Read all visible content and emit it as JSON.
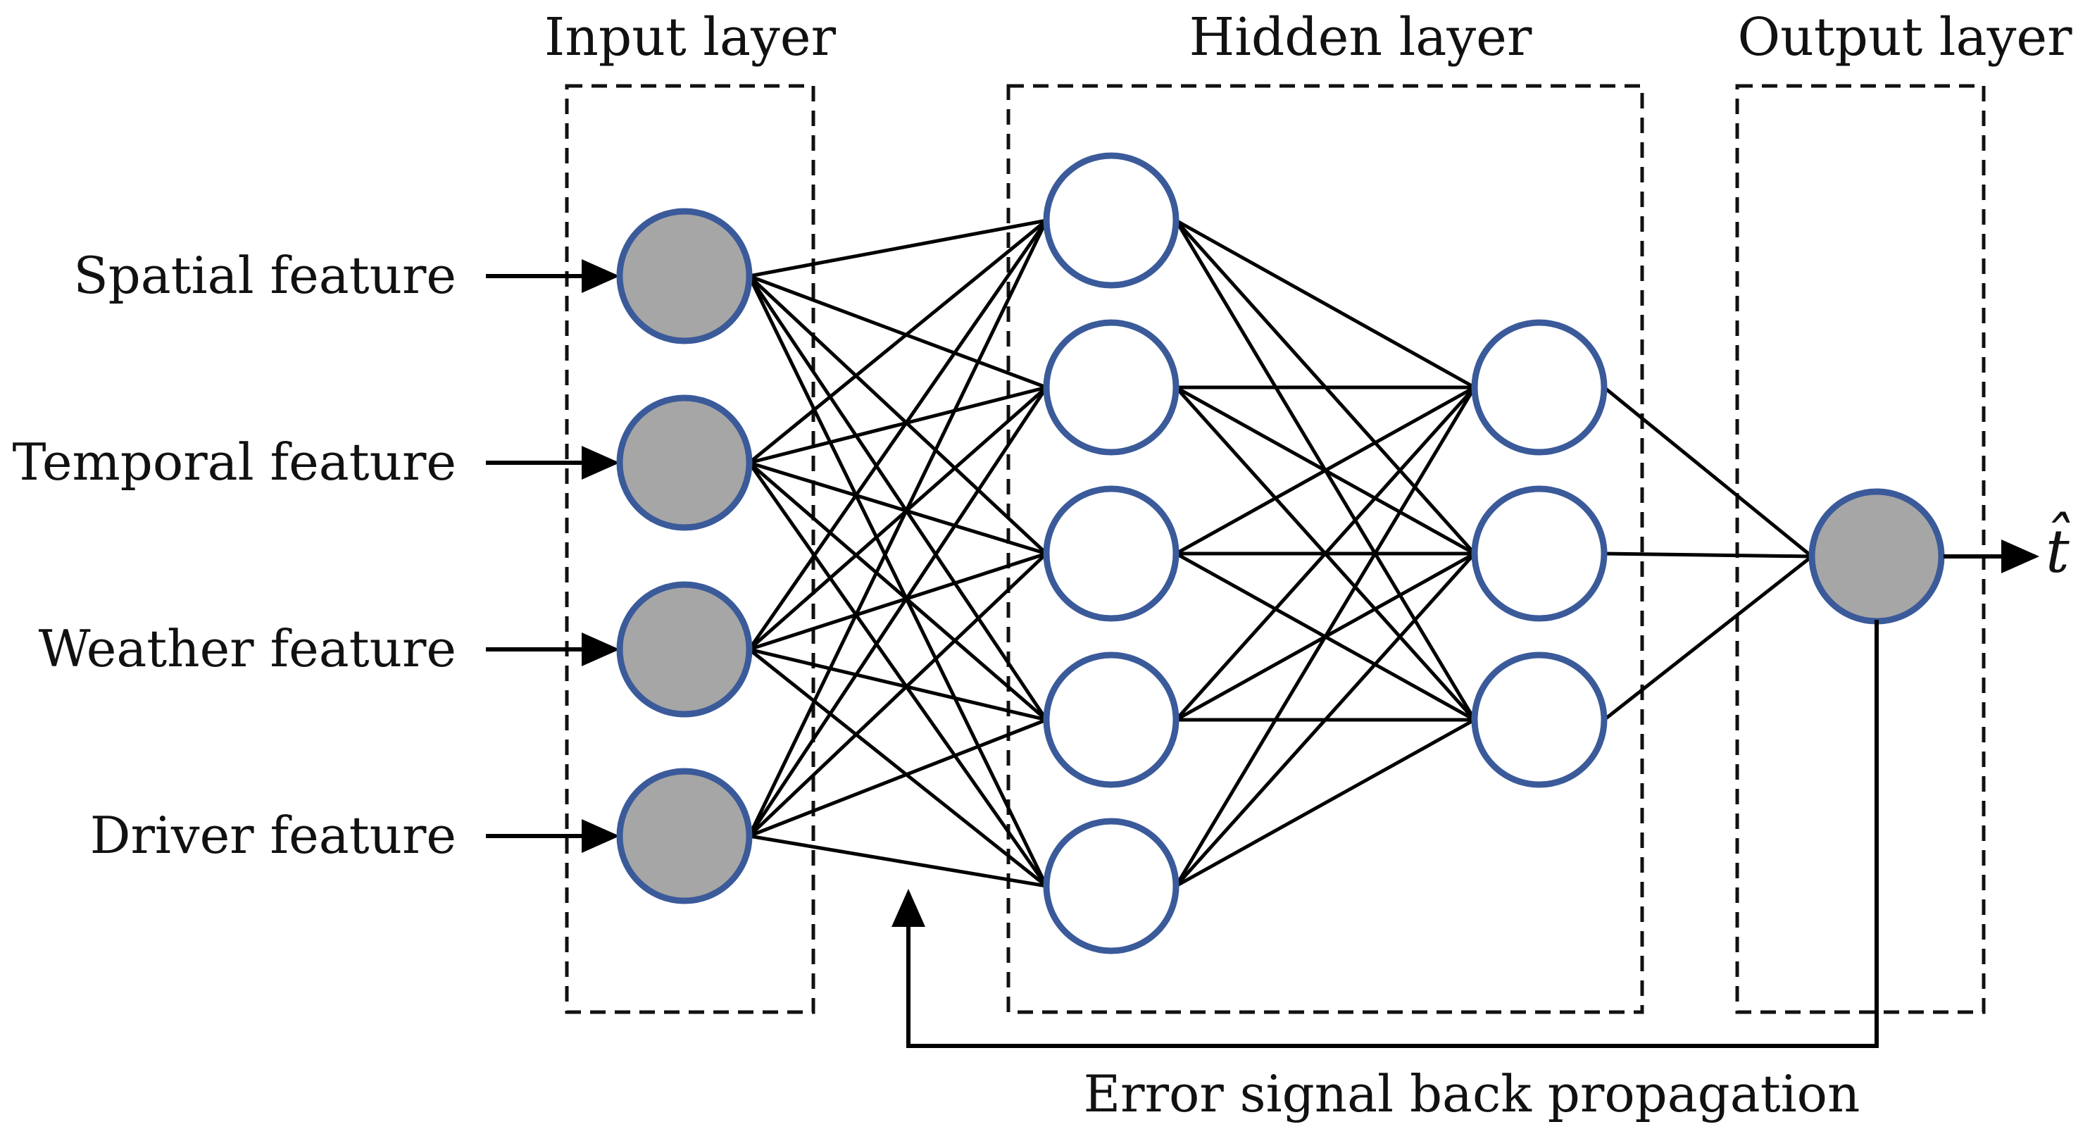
{
  "layers": {
    "input": "Input layer",
    "hidden": "Hidden layer",
    "output": "Output layer"
  },
  "inputs": [
    "Spatial feature",
    "Temporal feature",
    "Weather feature",
    "Driver feature"
  ],
  "output_symbol": "t̂",
  "feedback_label": "Error signal back propagation",
  "colors": {
    "node_border": "#3a5a9a",
    "node_fill_gray": "#a6a6a6",
    "node_fill_white": "#ffffff",
    "line": "#000000"
  }
}
